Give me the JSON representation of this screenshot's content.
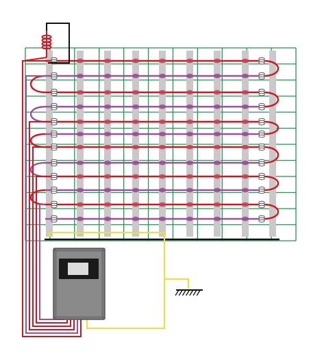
{
  "diagram": {
    "rows": 12,
    "columns": 11,
    "bars": 9,
    "clip_markers": 12,
    "ground_hatches": 7,
    "colors": {
      "grid_green": "#1a9a4a",
      "bar_gray": "#c9c9c9",
      "heating_red": "#d4141e",
      "heating_purple": "#a24c9c",
      "supply_yellow": "#f2e227",
      "transformer_red": "#d4141e",
      "transformer_frame": "#111111",
      "ground_line": "#111111",
      "panel_body": "#7a7a7a",
      "panel_window": "#dcdcdc",
      "panel_screen_bg": "#1a1a1a"
    },
    "icons": [
      "transformer-coil-icon",
      "ground-symbol-icon",
      "cable-clip-icon",
      "control-panel-icon"
    ]
  }
}
